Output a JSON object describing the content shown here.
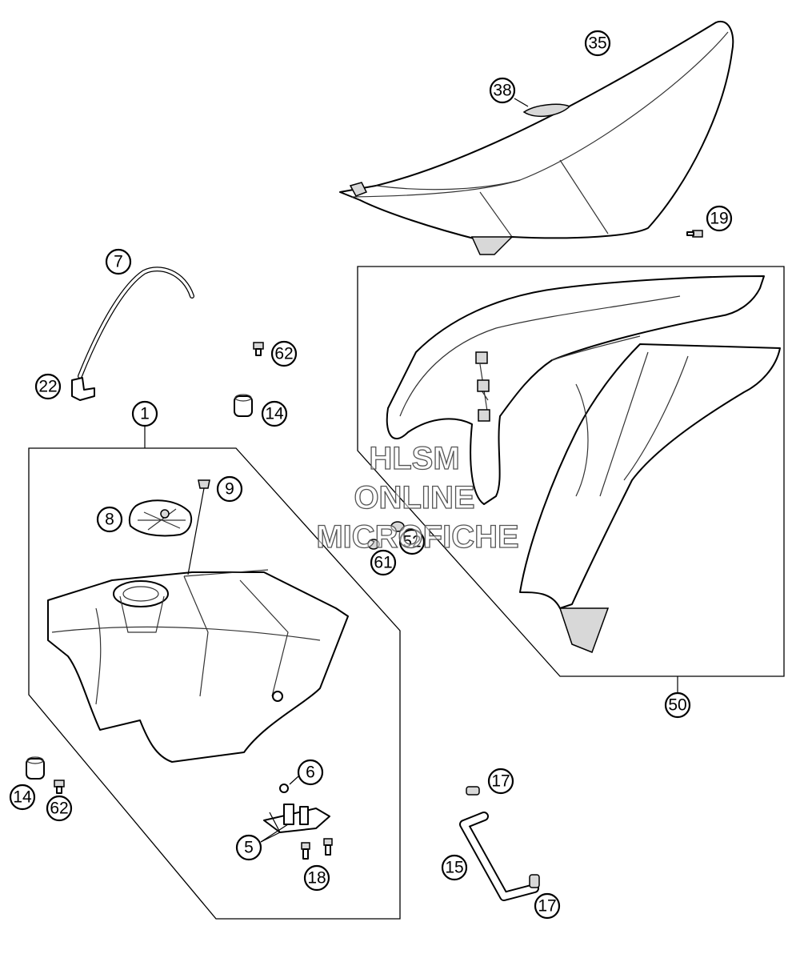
{
  "callouts": {
    "c1": "1",
    "c5": "5",
    "c6": "6",
    "c7": "7",
    "c8": "8",
    "c9": "9",
    "c14a": "14",
    "c14b": "14",
    "c15": "15",
    "c17a": "17",
    "c17b": "17",
    "c18": "18",
    "c19": "19",
    "c22": "22",
    "c35": "35",
    "c38": "38",
    "c50": "50",
    "c52": "52",
    "c61": "61",
    "c62a": "62",
    "c62b": "62"
  },
  "watermark": {
    "line1": "HLSM",
    "line2": "ONLINE",
    "line3": "MICROFICHE"
  }
}
